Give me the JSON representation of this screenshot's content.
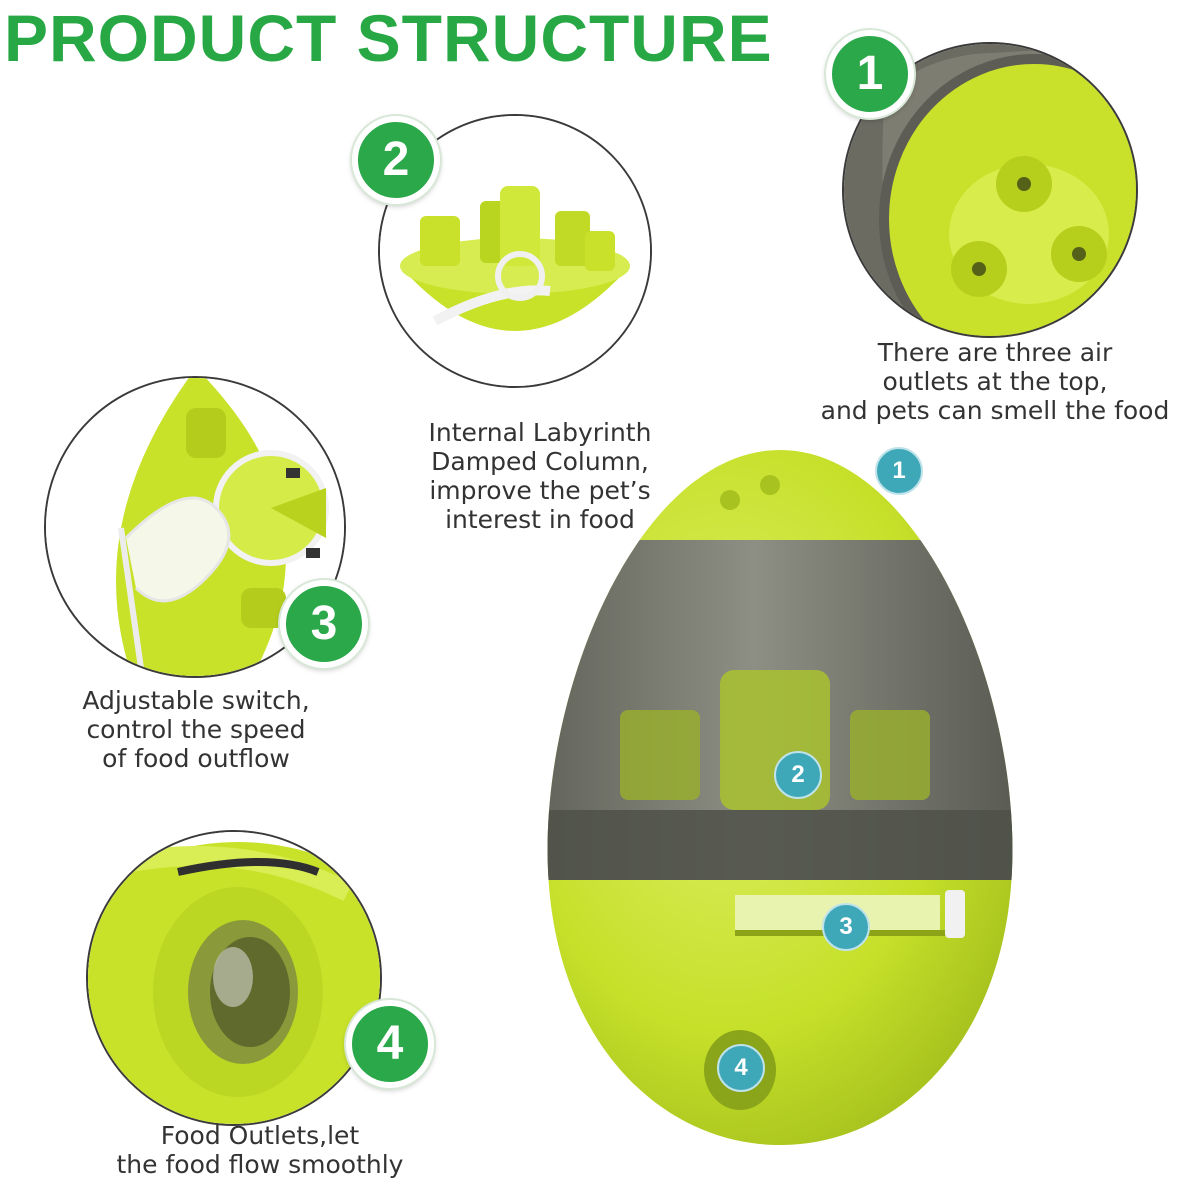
{
  "title": "PRODUCT STRUCTURE",
  "colors": {
    "brand_green": "#27a844",
    "product_yellow": "#c8e22a",
    "product_smoke": "#6e6e66",
    "marker_blue": "#3fa8b8"
  },
  "badges": {
    "b1": "1",
    "b2": "2",
    "b3": "3",
    "b4": "4"
  },
  "markers": {
    "m1": "1",
    "m2": "2",
    "m3": "3",
    "m4": "4"
  },
  "captions": {
    "c1": [
      "There are three air",
      "outlets at the top,",
      "and pets can smell the food"
    ],
    "c2": [
      "Internal Labyrinth",
      "Damped Column,",
      "improve the pet’s",
      "interest in food"
    ],
    "c3": [
      "Adjustable switch,",
      "control the speed",
      "of food outflow"
    ],
    "c4": [
      "Food Outlets,let",
      "the food flow smoothly"
    ]
  }
}
